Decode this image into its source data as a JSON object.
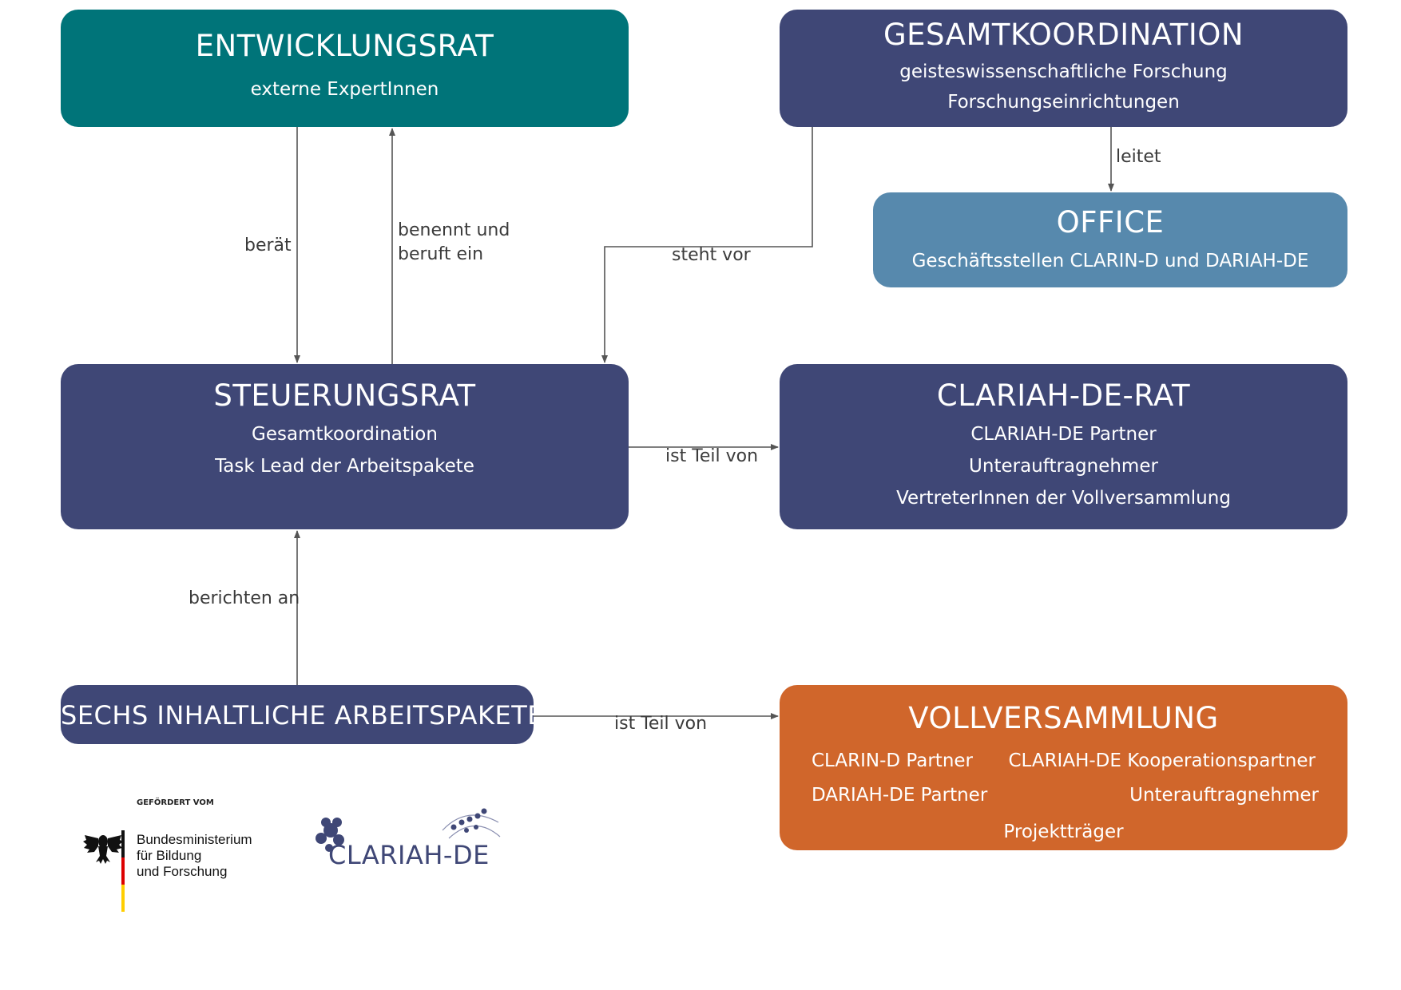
{
  "boxes": {
    "entwicklungsrat": {
      "title": "ENTWICKLUNGSRAT",
      "lines": [
        "externe ExpertInnen"
      ]
    },
    "gesamtkoordination": {
      "title": "GESAMTKOORDINATION",
      "lines": [
        "geisteswissenschaftliche Forschung",
        "Forschungseinrichtungen"
      ]
    },
    "office": {
      "title": "OFFICE",
      "lines": [
        "Geschäftsstellen CLARIN-D und DARIAH-DE"
      ]
    },
    "steuerungsrat": {
      "title": "STEUERUNGSRAT",
      "lines": [
        "Gesamtkoordination",
        "Task Lead der Arbeitspakete"
      ]
    },
    "clariah_rat": {
      "title": "CLARIAH-DE-RAT",
      "lines": [
        "CLARIAH-DE Partner",
        "Unterauftragnehmer",
        "VertreterInnen der Vollversammlung"
      ]
    },
    "arbeitspakete": {
      "title": "SECHS INHALTLICHE ARBEITSPAKETE"
    },
    "vollversammlung": {
      "title": "VOLLVERSAMMLUNG",
      "members": [
        "CLARIN-D Partner",
        "CLARIAH-DE Kooperationspartner",
        "DARIAH-DE Partner",
        "Unterauftragnehmer",
        "Projektträger"
      ]
    }
  },
  "edges": {
    "beraet": "berät",
    "benennt_line1": "benennt und",
    "benennt_line2": "beruft ein",
    "steht_vor": "steht vor",
    "leitet": "leitet",
    "ist_teil_von_1": "ist Teil von",
    "berichten_an": "berichten an",
    "ist_teil_von_2": "ist Teil von"
  },
  "logos": {
    "funding_label": "GEFÖRDERT VOM",
    "ministry_lines": [
      "Bundesministerium",
      "für Bildung",
      "und Forschung"
    ],
    "clariah": "CLARIAH-DE"
  },
  "colors": {
    "navy": "#3f4776",
    "teal": "#007479",
    "blue": "#5789ad",
    "orange": "#d0662b",
    "arrow": "#555555"
  }
}
